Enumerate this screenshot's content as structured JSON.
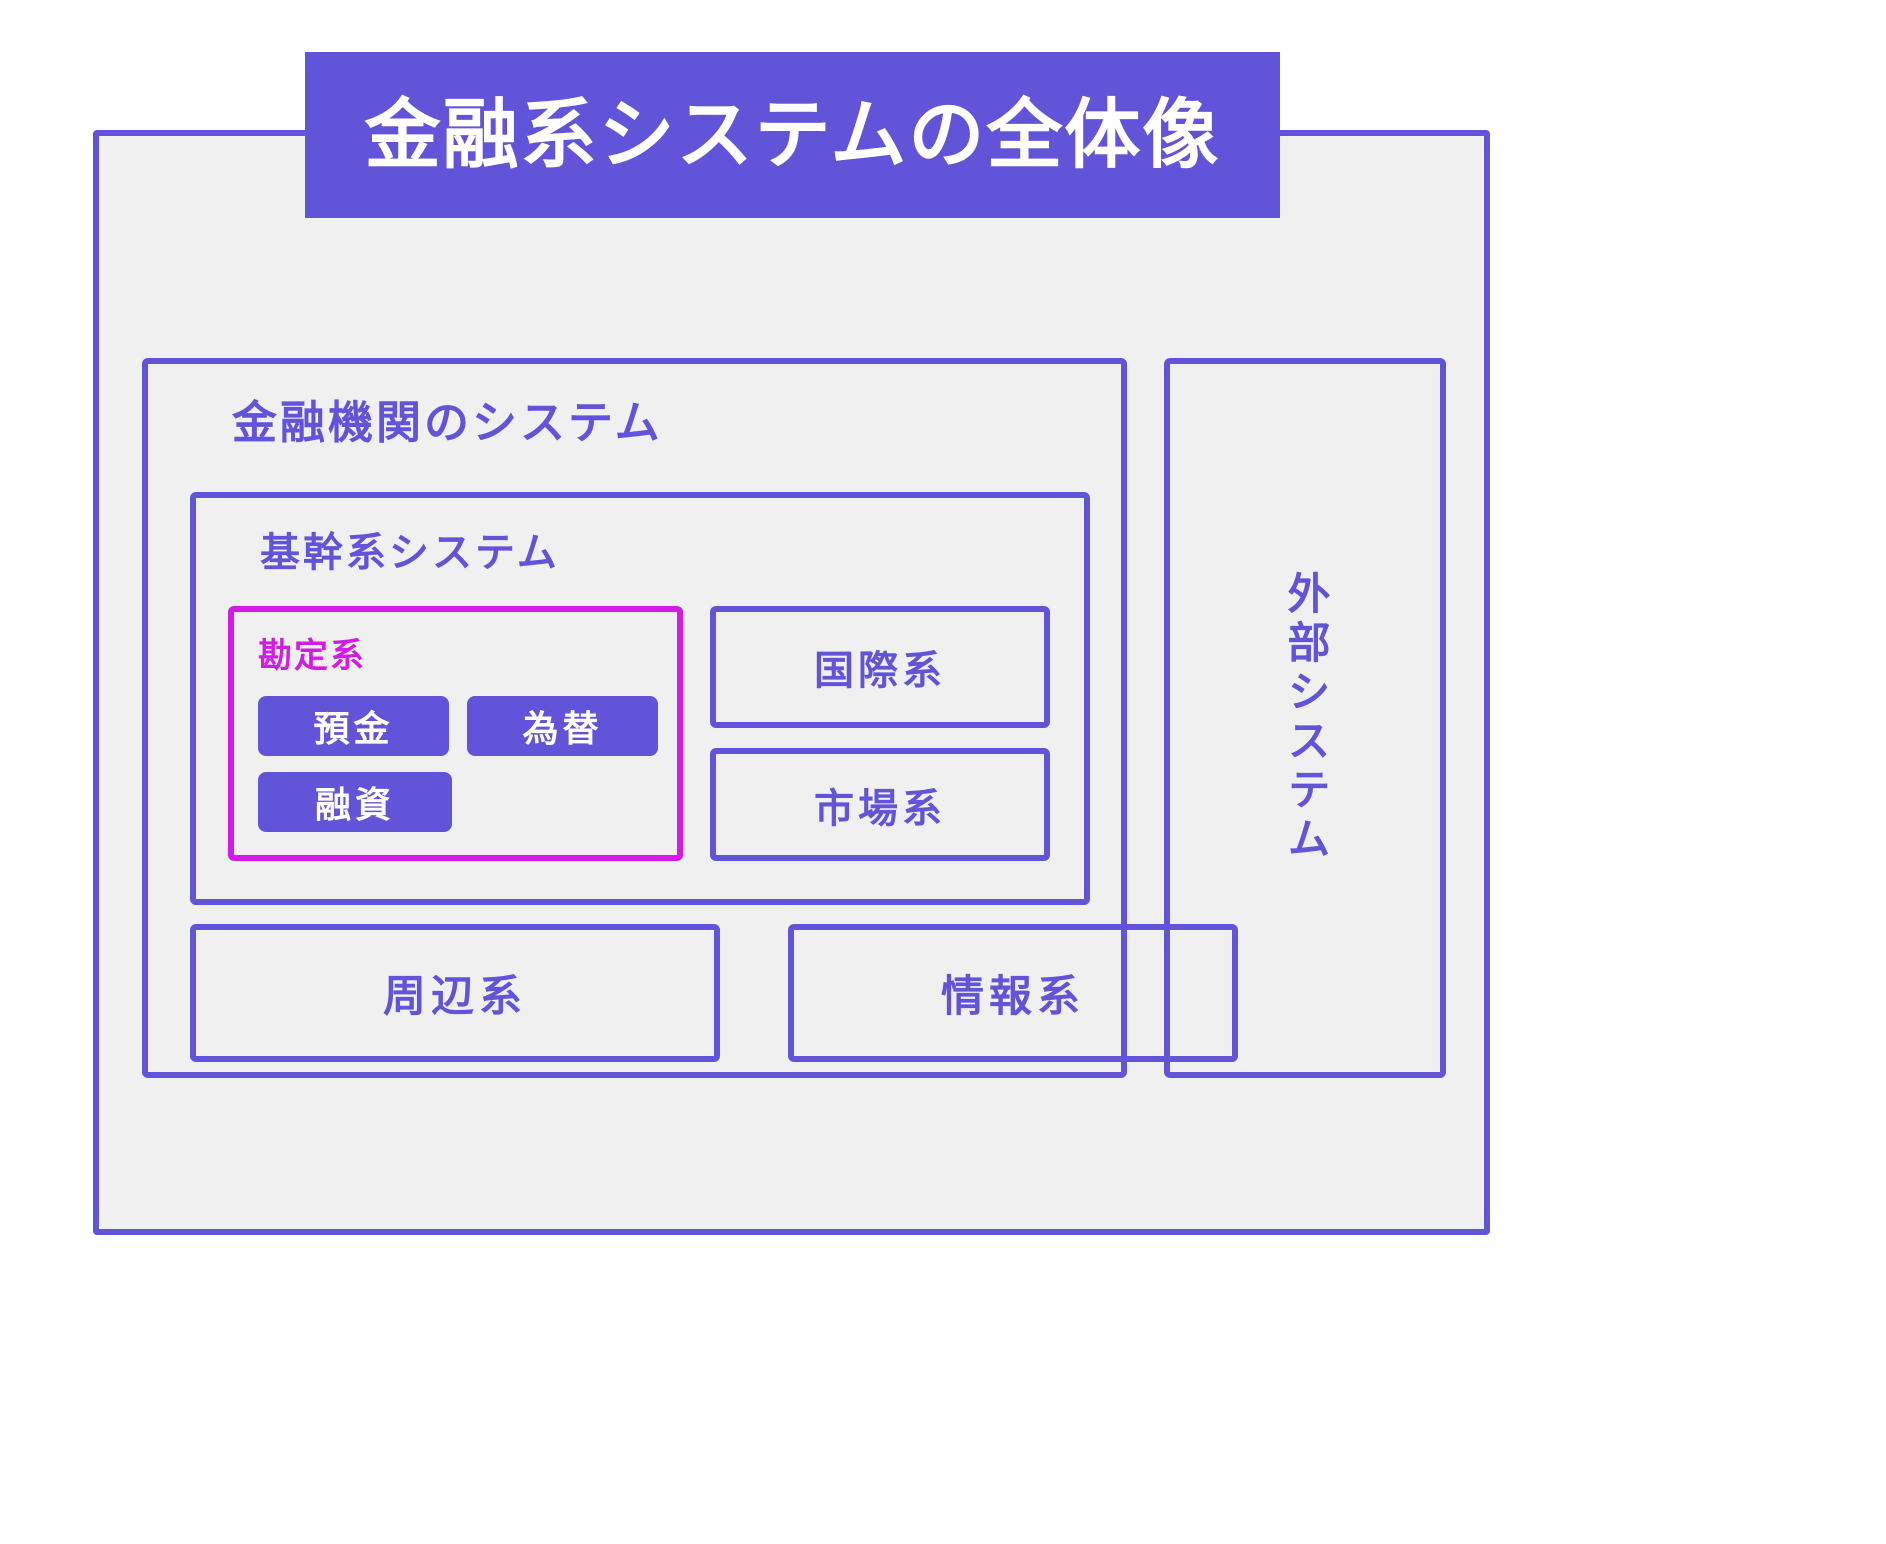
{
  "diagram": {
    "title": "金融系システムの全体像",
    "title_bg_color": "#6154d8",
    "title_text_color": "#ffffff",
    "frame_color": "#6154d8",
    "frame_bg_color": "#f0f0f0",
    "accent_color": "#d41ae6",
    "institution": {
      "label": "金融機関のシステム",
      "core": {
        "label": "基幹系システム",
        "accounting": {
          "label": "勘定系",
          "items": [
            "預金",
            "為替",
            "融資"
          ]
        },
        "side_boxes": [
          {
            "label": "国際系"
          },
          {
            "label": "市場系"
          }
        ]
      },
      "bottom_boxes": [
        {
          "label": "周辺系"
        },
        {
          "label": "情報系"
        }
      ]
    },
    "external": {
      "label": "外部システム"
    }
  }
}
